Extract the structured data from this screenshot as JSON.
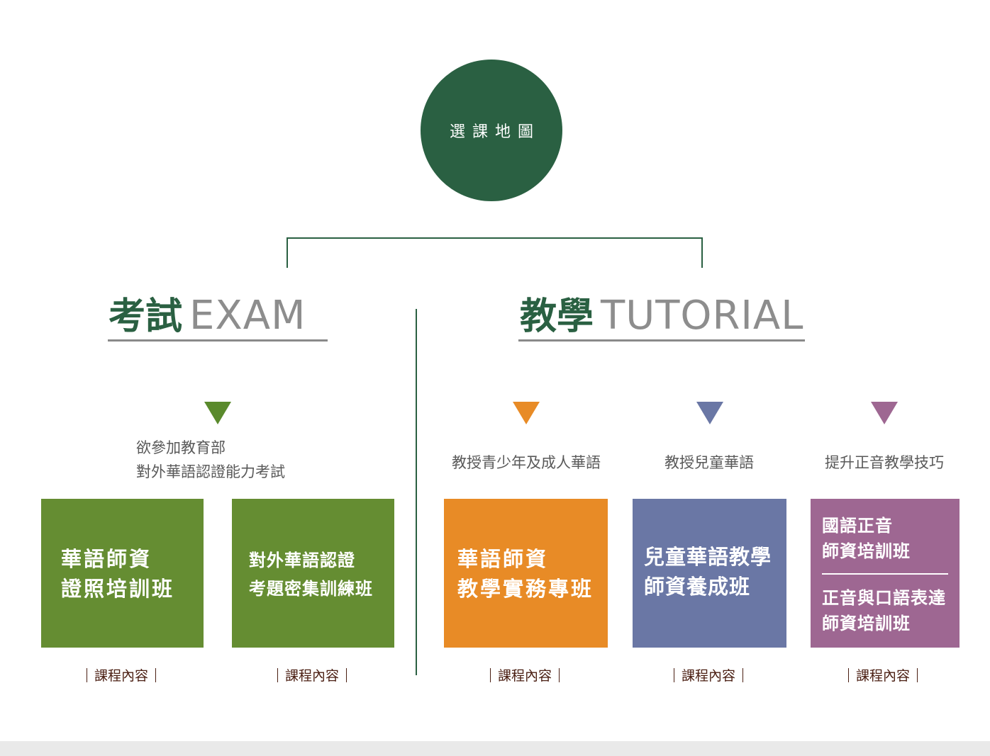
{
  "root": {
    "label": "選課地圖",
    "color": "#2a6042"
  },
  "sections": {
    "exam": {
      "zh": "考試",
      "en": "EXAM"
    },
    "tutorial": {
      "zh": "教學",
      "en": "TUTORIAL"
    }
  },
  "exam_desc": {
    "line1": "欲參加教育部",
    "line2": "對外華語認證能力考試"
  },
  "tutorial_descs": {
    "orange": "教授青少年及成人華語",
    "blue": "教授兒童華語",
    "purple": "提升正音教學技巧"
  },
  "courses": {
    "green1": {
      "line1": "華語師資",
      "line2": "證照培訓班",
      "color": "#658d32"
    },
    "green2": {
      "line1": "對外華語認證",
      "line2": "考題密集訓練班",
      "color": "#658d32"
    },
    "orange": {
      "line1": "華語師資",
      "line2": "教學實務專班",
      "color": "#e88b26"
    },
    "blue": {
      "line1": "兒童華語教學",
      "line2": "師資養成班",
      "color": "#6a77a5"
    },
    "purple": {
      "a_line1": "國語正音",
      "a_line2": "師資培訓班",
      "b_line1": "正音與口語表達",
      "b_line2": "師資培訓班",
      "color": "#9e6792"
    }
  },
  "link_label": "課程內容",
  "colors": {
    "triangle_exam": "#5a8a2c",
    "triangle_orange": "#e88b26",
    "triangle_blue": "#6a77a5",
    "triangle_purple": "#9e6792"
  }
}
